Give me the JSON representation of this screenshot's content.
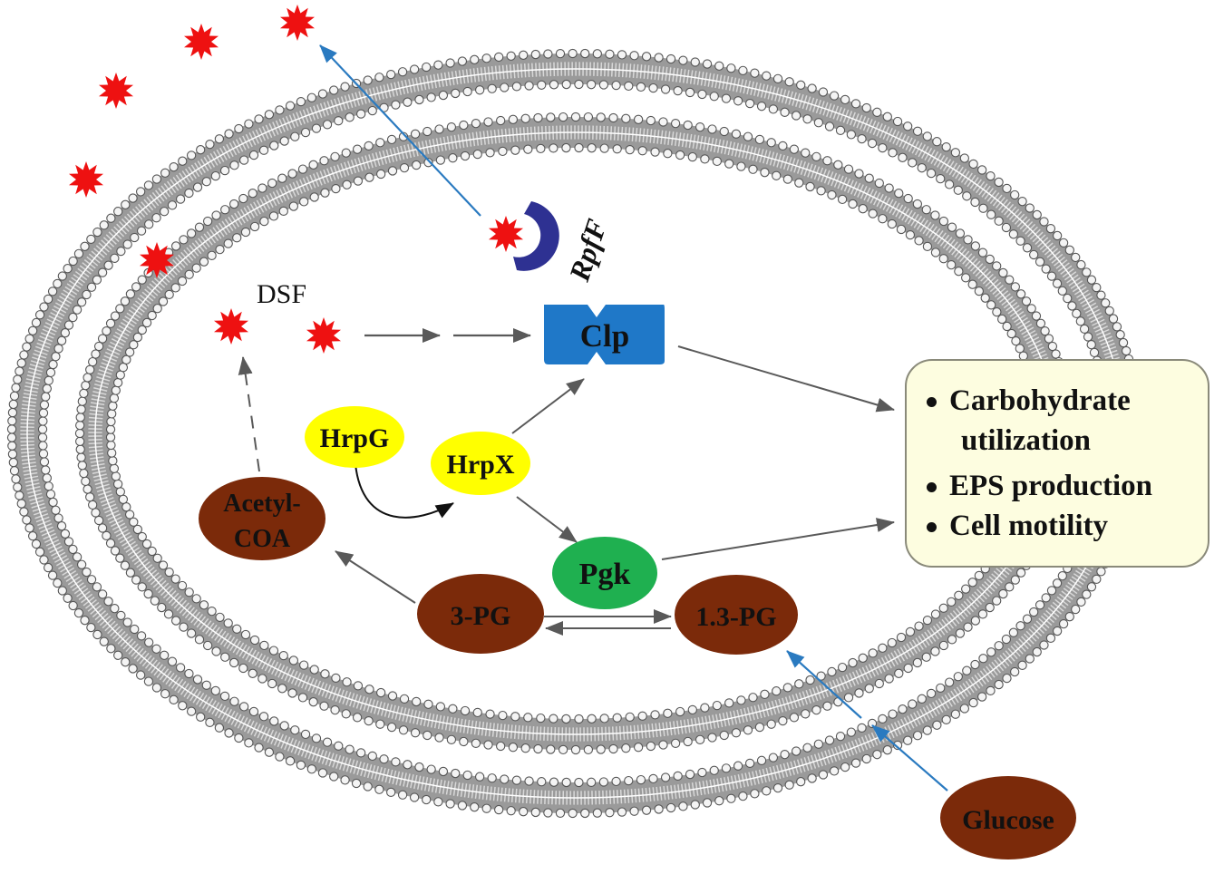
{
  "nodes": {
    "dsf": "DSF",
    "rpff": "RpfF",
    "clp": "Clp",
    "hrpg": "HrpG",
    "hrpx": "HrpX",
    "pgk": "Pgk",
    "acetyl_line1": "Acetyl-",
    "acetyl_line2": "COA",
    "pg3": "3-PG",
    "pg13": "1.3-PG",
    "glucose": "Glucose"
  },
  "outputs": {
    "item1_line1": "Carbohydrate",
    "item1_line2": "utilization",
    "item2": "EPS production",
    "item3": "Cell motility"
  },
  "colors": {
    "dsf_star": "#ee1111",
    "rpff": "#2e3192",
    "clp": "#1f78c8",
    "hrp": "#ffff00",
    "pgk": "#1fb050",
    "metabolite": "#7b2a0a",
    "arrow_grey": "#595959",
    "arrow_blue": "#2a7ac0",
    "membrane": "#7a7a7a",
    "output_bg": "#fdfde0"
  }
}
